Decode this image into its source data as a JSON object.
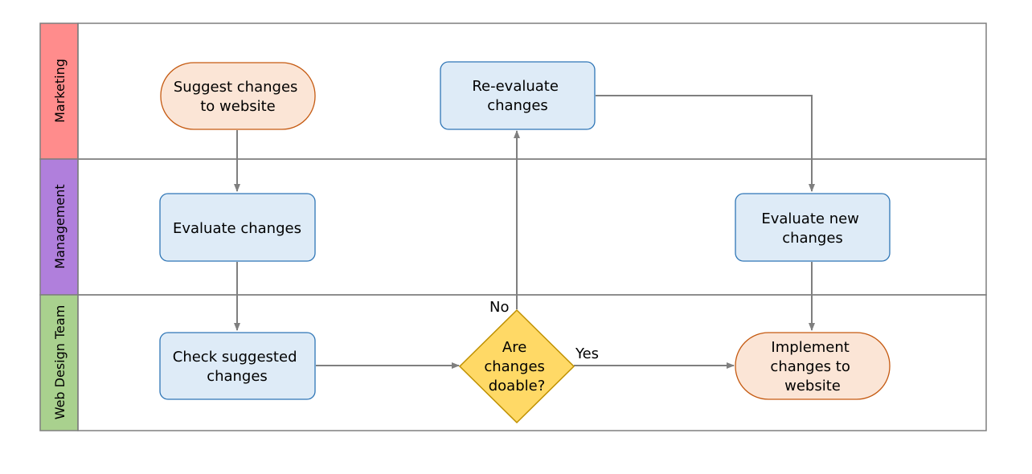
{
  "lanes": [
    {
      "label": "Marketing",
      "color": "#ff8c8c"
    },
    {
      "label": "Management",
      "color": "#b07fdc"
    },
    {
      "label": "Web Design Team",
      "color": "#a9d18e"
    }
  ],
  "nodes": {
    "suggest": {
      "lines": [
        "Suggest changes",
        "to website"
      ]
    },
    "reevaluate": {
      "lines": [
        "Re-evaluate",
        "changes"
      ]
    },
    "evaluate": {
      "lines": [
        "Evaluate changes"
      ]
    },
    "evaluate_new": {
      "lines": [
        "Evaluate new",
        "changes"
      ]
    },
    "check": {
      "lines": [
        "Check suggested",
        "changes"
      ]
    },
    "decision": {
      "lines": [
        "Are",
        "changes",
        "doable?"
      ]
    },
    "implement": {
      "lines": [
        "Implement",
        "changes to",
        "website"
      ]
    }
  },
  "edge_labels": {
    "no": "No",
    "yes": "Yes"
  },
  "colors": {
    "terminal_fill": "#fbe5d6",
    "terminal_stroke": "#c55a11",
    "process_fill": "#deebf7",
    "process_stroke": "#2e75b6",
    "decision_fill": "#ffd966",
    "decision_stroke": "#bf9000",
    "connector": "#7f7f7f",
    "border": "#7f7f7f"
  }
}
